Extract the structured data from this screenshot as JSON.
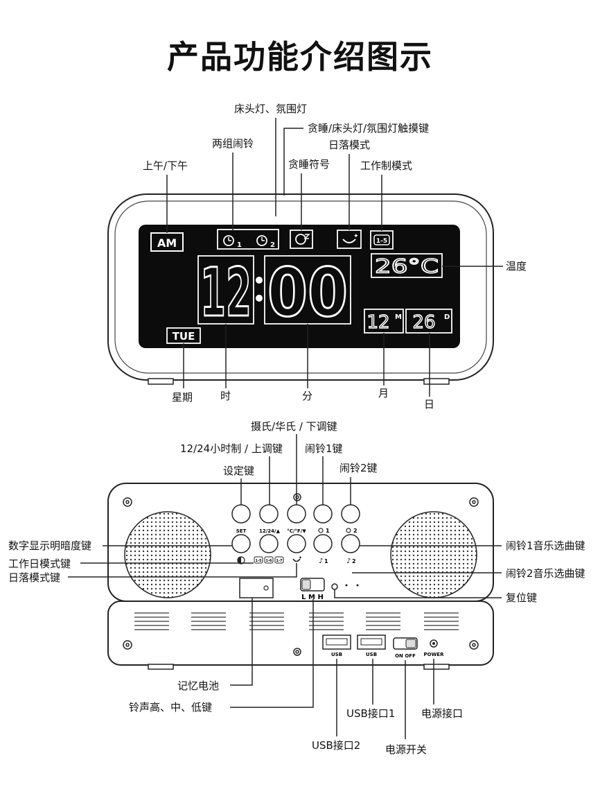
{
  "title": "产品功能介绍图示",
  "front_labels": {
    "bedside_light": "床头灯、氛围灯",
    "touch_key": "贪睡/床头灯/氛围灯触摸键",
    "two_alarms": "两组闹铃",
    "sunset_mode": "日落模式",
    "am_pm": "上午/下午",
    "snooze_symbol": "贪睡符号",
    "workday_mode": "工作制模式",
    "temperature": "温度",
    "weekday": "星期",
    "hour": "时",
    "minute": "分",
    "month": "月",
    "day": "日"
  },
  "lcd": {
    "am": "AM",
    "tue": "TUE",
    "alarm1_num": "1",
    "alarm2_num": "2",
    "workday_badge": "1-5",
    "hours": "12",
    "minutes": "00",
    "temp": "26°C",
    "month_val": "12",
    "month_sup": "M",
    "day_val": "26",
    "day_sup": "D"
  },
  "back_labels": {
    "celsius_down": "摄氏/华氏 / 下调键",
    "mode_up": "12/24小时制 / 上调键",
    "alarm1_key": "闹铃1键",
    "alarm2_key": "闹铃2键",
    "set_key": "设定键",
    "brightness": "数字显示明暗度键",
    "workday_key": "工作日模式键",
    "sunset_key": "日落模式键",
    "alarm1_music": "闹铃1音乐选曲键",
    "alarm2_music": "闹铃2音乐选曲键",
    "reset": "复位键",
    "memory_battery": "记忆电池",
    "ring_volume": "铃声高、中、低键",
    "usb1": "USB接口1",
    "power_port": "电源接口",
    "usb2": "USB接口2",
    "power_switch": "电源开关"
  },
  "back_panel": {
    "btn_set": "SET",
    "btn_1224": "12/24/▲",
    "btn_cf": "°C/°F/▼",
    "btn_a1": "1",
    "btn_a2": "2",
    "work_15": "1-5",
    "work_16": "1-6",
    "work_17": "1-7",
    "music1": "1",
    "music2": "2",
    "lmh": "L M H",
    "usb_a": "USB",
    "usb_b": "USB",
    "on_off": "ON OFF",
    "power": "POWER"
  }
}
